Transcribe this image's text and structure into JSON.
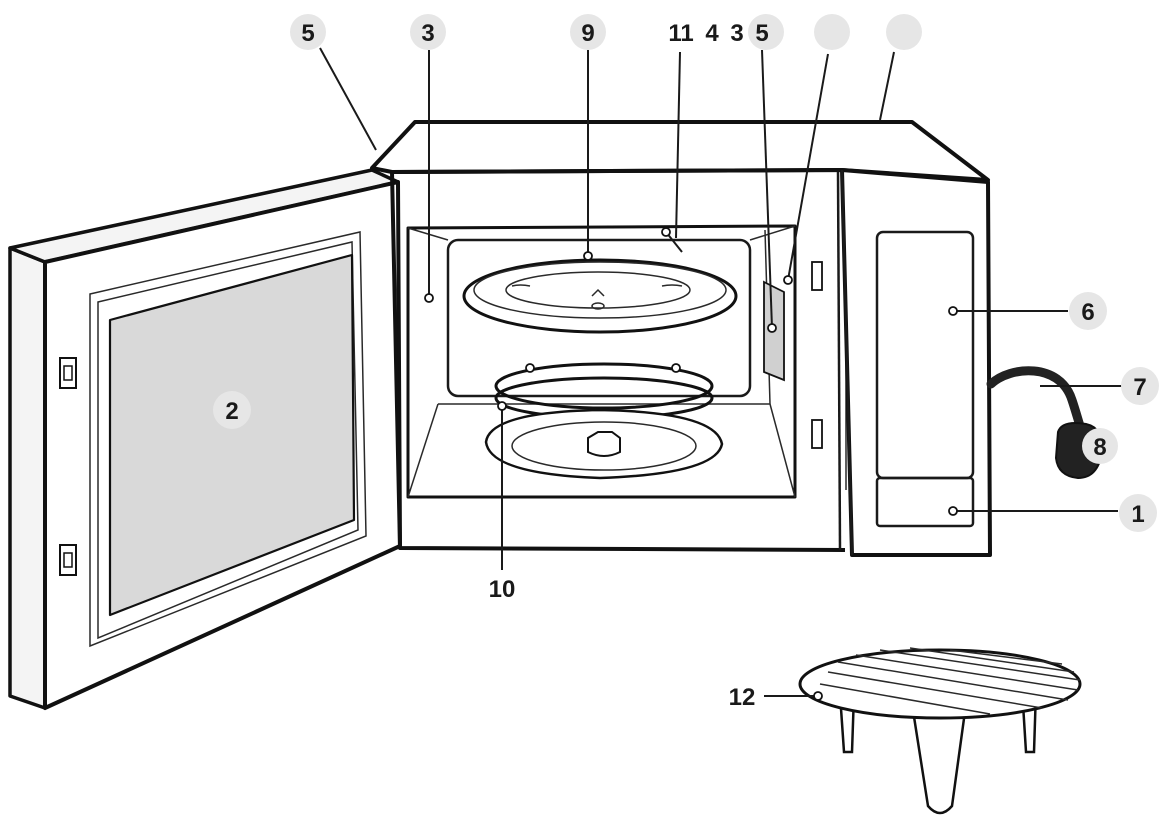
{
  "callouts": [
    {
      "id": "c5a",
      "text": "5"
    },
    {
      "id": "c3a",
      "text": "3"
    },
    {
      "id": "c9",
      "text": "9"
    },
    {
      "id": "c11",
      "text": "11"
    },
    {
      "id": "c4",
      "text": "4"
    },
    {
      "id": "c3b",
      "text": "3"
    },
    {
      "id": "c5b",
      "text": "5"
    },
    {
      "id": "c2",
      "text": "2"
    },
    {
      "id": "c6",
      "text": "6"
    },
    {
      "id": "c7",
      "text": "7"
    },
    {
      "id": "c8",
      "text": "8"
    },
    {
      "id": "c1",
      "text": "1"
    },
    {
      "id": "c10",
      "text": "10"
    },
    {
      "id": "c12",
      "text": "12"
    },
    {
      "id": "cblank1",
      "text": ""
    },
    {
      "id": "cblank2",
      "text": ""
    }
  ],
  "colors": {
    "outline": "#1a1a1a",
    "window_glass": "#d9d9d9",
    "badge": "#e6e6e6",
    "cord": "#222222"
  },
  "icons": [
    "door-hinge-icon",
    "power-plug-icon",
    "rack-icon"
  ]
}
